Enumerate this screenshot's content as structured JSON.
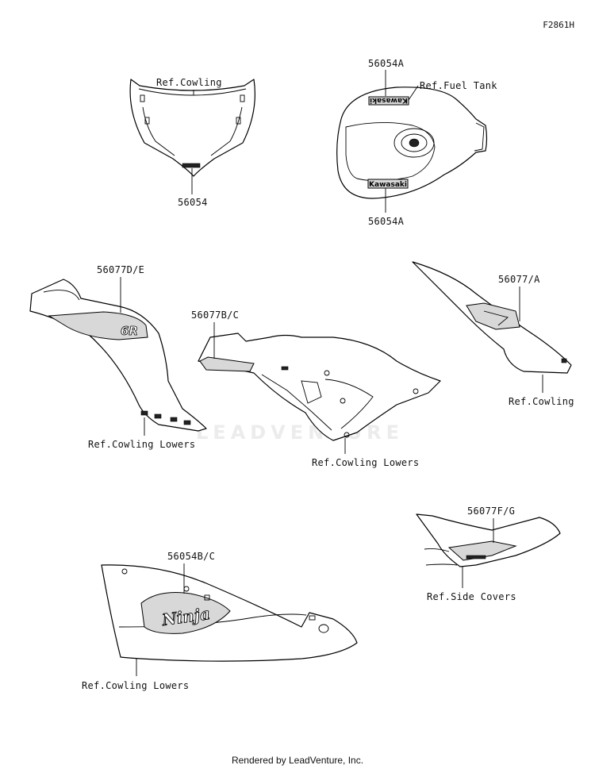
{
  "diagram_code": "F2861H",
  "parts": {
    "p56054": "56054",
    "p56054a_top": "56054A",
    "p56054a_bottom": "56054A",
    "p56077de": "56077D/E",
    "p56077bc": "56077B/C",
    "p56077a": "56077/A",
    "p56077fg": "56077F/G",
    "p56054bc": "56054B/C"
  },
  "refs": {
    "windscreen": "Ref.Cowling",
    "fuel_tank": "Ref.Fuel Tank",
    "cowling_right": "Ref.Cowling",
    "lowers_left": "Ref.Cowling Lowers",
    "lowers_middle": "Ref.Cowling Lowers",
    "side_covers": "Ref.Side Covers",
    "lowers_bottom": "Ref.Cowling Lowers"
  },
  "decal_text": {
    "tank_top": "Kawasaki",
    "tank_bottom": "Kawasaki",
    "cowl_model": "6R",
    "lower_script": "Ninja"
  },
  "watermark": "LEADVENTURE",
  "footer": "Rendered by LeadVenture, Inc."
}
